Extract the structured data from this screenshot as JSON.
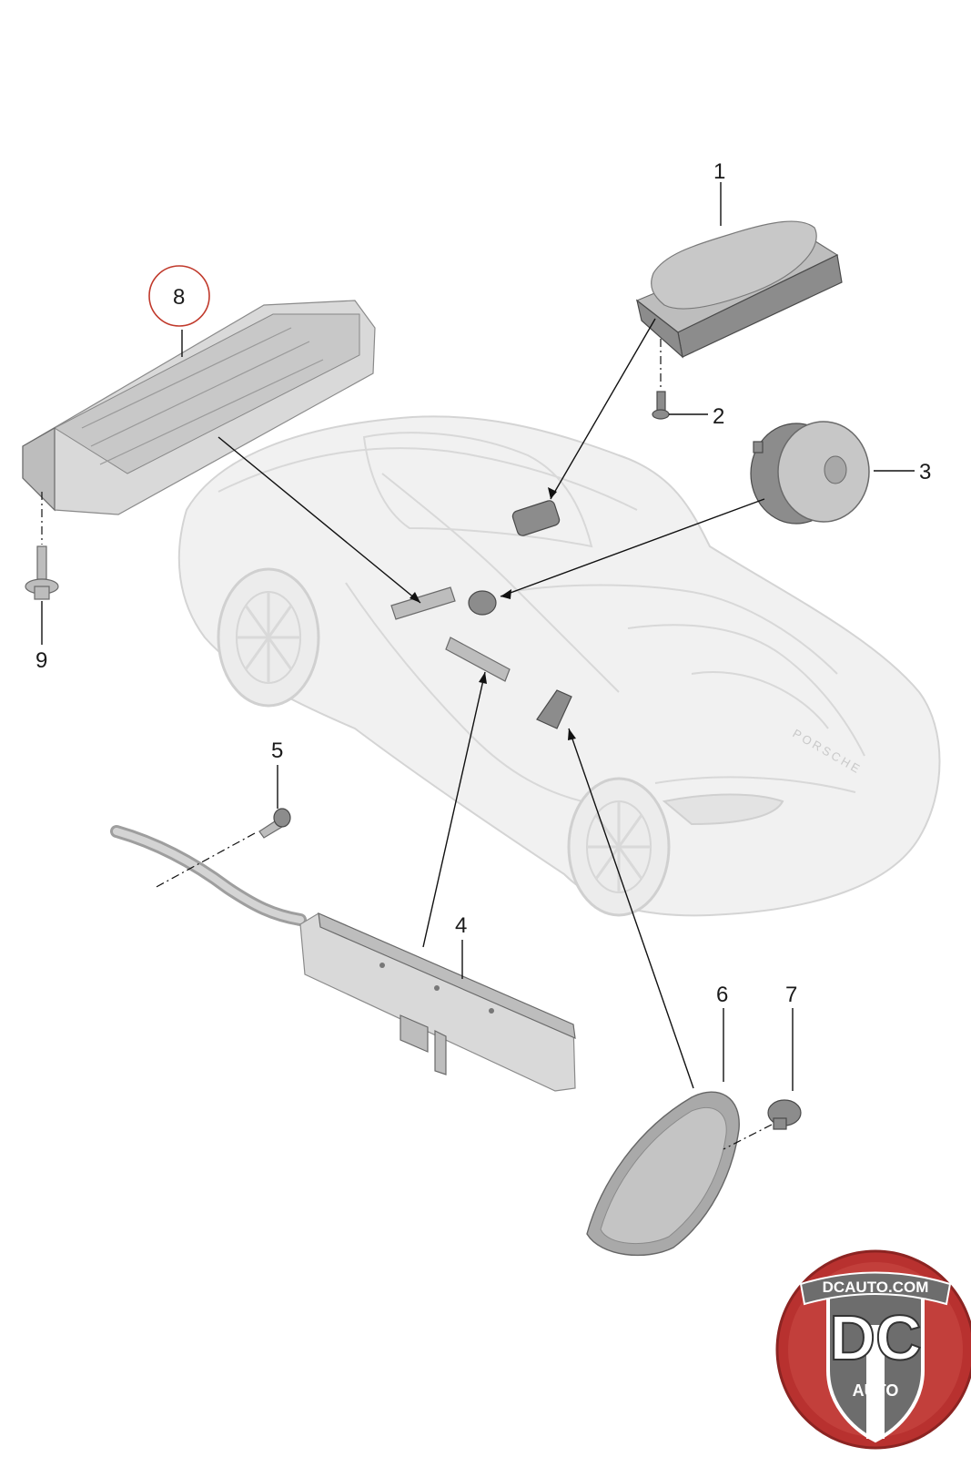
{
  "callouts": [
    {
      "id": "1",
      "label": "1"
    },
    {
      "id": "2",
      "label": "2"
    },
    {
      "id": "3",
      "label": "3"
    },
    {
      "id": "4",
      "label": "4"
    },
    {
      "id": "5",
      "label": "5"
    },
    {
      "id": "6",
      "label": "6"
    },
    {
      "id": "7",
      "label": "7"
    },
    {
      "id": "8",
      "label": "8"
    },
    {
      "id": "9",
      "label": "9"
    }
  ],
  "highlighted_callout": "8",
  "car_badge": "PORSCHE",
  "logo": {
    "top_text": "DCAUTO.COM",
    "letters": "DC",
    "bottom_text": "AUTO"
  },
  "colors": {
    "highlight_ring": "#c0392b",
    "logo_red": "#b8312f",
    "logo_grey": "#6d6d6d"
  }
}
